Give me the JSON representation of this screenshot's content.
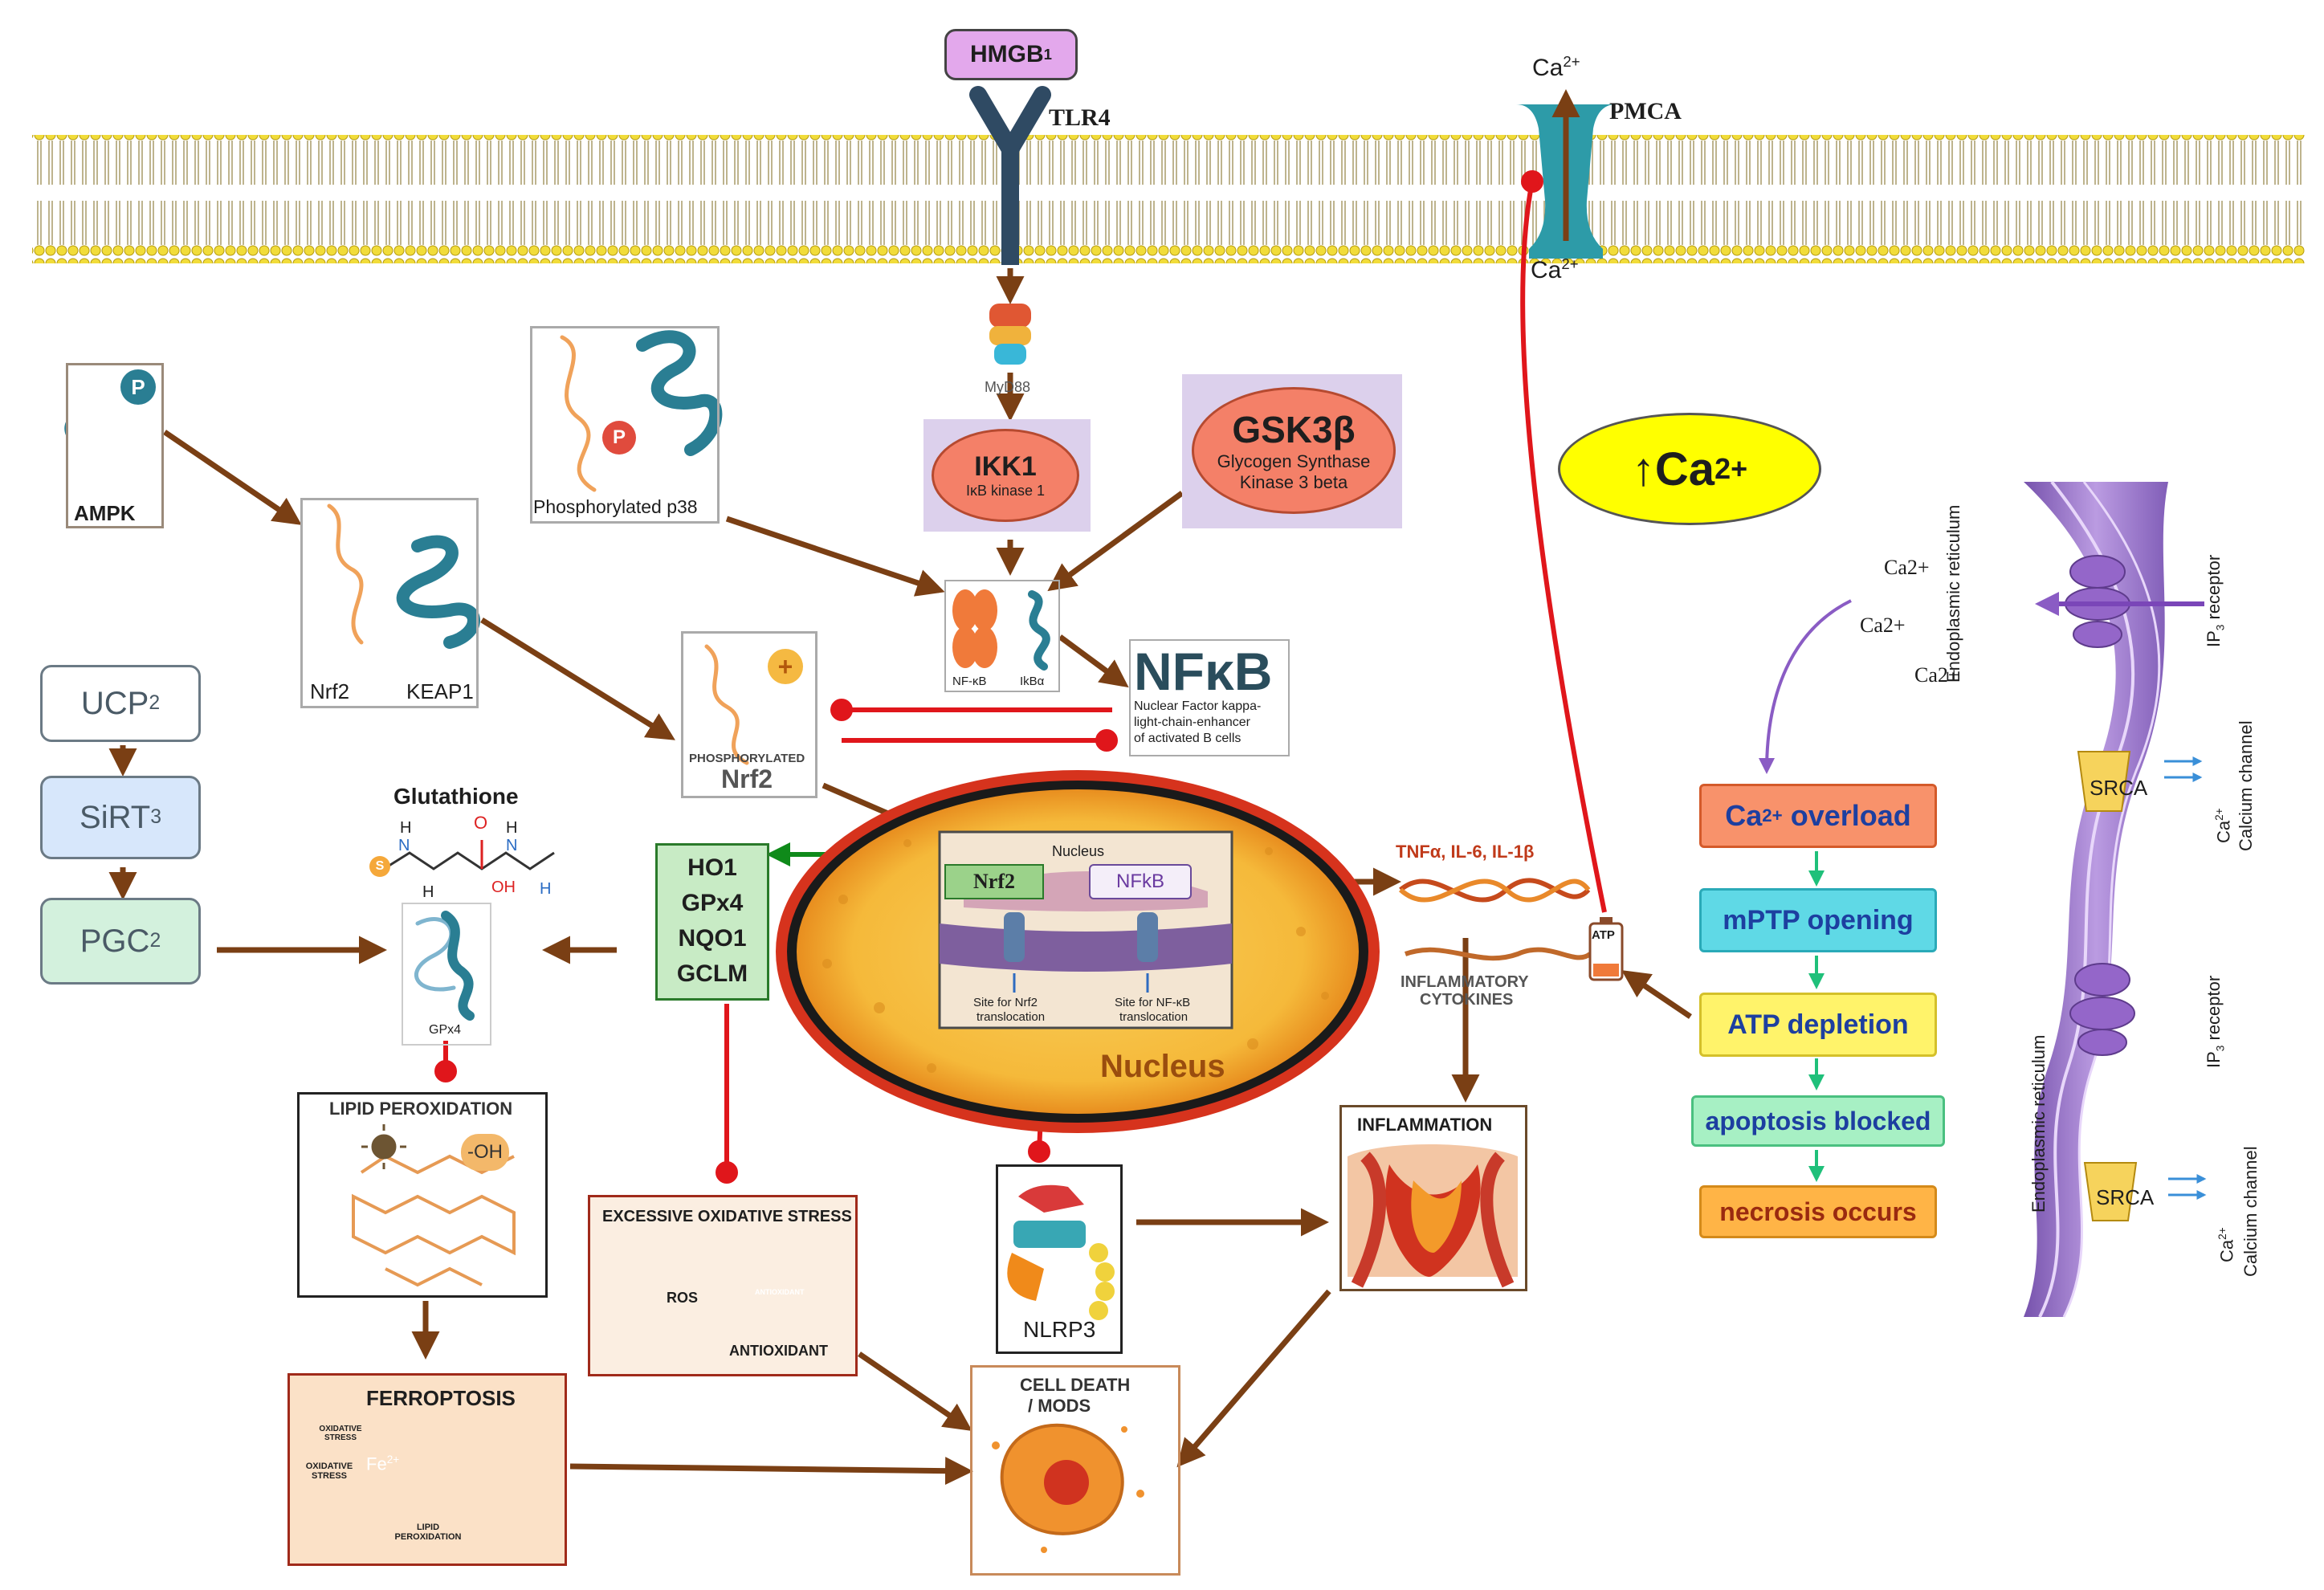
{
  "membrane": {
    "hmgb": "HMGB",
    "hmgb_sub": "1",
    "tlr4": "TLR4",
    "myd88": "MyD88",
    "pmca": "PMCA",
    "ca_top": "Ca",
    "ca_top_sup": "2+",
    "ca_bottom": "Ca",
    "ca_bottom_sup": "2+"
  },
  "left_proteins": {
    "ampk": "AMPK",
    "p_badge": "P",
    "nrf2": "Nrf2",
    "keap1": "KEAP1",
    "phospho_p38": "Phosphorylated p38",
    "phospho_nrf2_top": "PHOSPHORYLATED",
    "phospho_nrf2": "Nrf2",
    "plus": "+"
  },
  "left_chain": {
    "ucp": "UCP",
    "ucp_sub": "2",
    "sirt": "SiRT",
    "sirt_sub": "3",
    "pgc": "PGC",
    "pgc_sub": "2"
  },
  "glutathione": {
    "title": "Glutathione",
    "gpx4_label": "GPx4",
    "atoms": [
      "H",
      "N",
      "O",
      "H",
      "N",
      "H",
      "N",
      "OH",
      "H",
      "S"
    ]
  },
  "genes": [
    "HO1",
    "GPx4",
    "NQO1",
    "GCLM"
  ],
  "ikk": {
    "title": "IKK1",
    "subtitle": "IκB kinase 1"
  },
  "gsk": {
    "title": "GSK3β",
    "line1": "Glycogen Synthase",
    "line2": "Kinase 3 beta"
  },
  "nfkb_complex": {
    "left": "NF-κB",
    "right": "IkBα"
  },
  "nfkb_box": {
    "title": "NFκB",
    "desc1": "Nuclear Factor kappa-",
    "desc2": "light-chain-enhancer",
    "desc3": "of activated B cells"
  },
  "nucleus": {
    "label": "Nucleus",
    "inset_title": "Nucleus",
    "nrf2": "Nrf2",
    "nfkb": "NFkB",
    "site1_a": "Site for Nrf2",
    "site1_b": "translocation",
    "site2_a": "Site for NF-κB",
    "site2_b": "translocation"
  },
  "cytokines": {
    "top": "TNFα, IL-6, IL-1β",
    "bottom1": "INFLAMMATORY",
    "bottom2": "CYTOKINES"
  },
  "panels": {
    "lipid": "LIPID PEROXIDATION",
    "oh": "-OH",
    "oxidative": "EXCESSIVE OXIDATIVE STRESS",
    "ros": "ROS",
    "antioxidant": "ANTIOXIDANT",
    "antioxidant_small": "ANTIOXIDANT",
    "nlrp3": "NLRP3",
    "inflammation": "INFLAMMATION",
    "ferroptosis": "FERROPTOSIS",
    "oxi_stress1": "OXIDATIVE STRESS",
    "oxi_stress2": "OXIDATIVE STRESS",
    "fe": "Fe",
    "fe_sup": "2+",
    "lipid_perox": "LIPID PEROXIDATION",
    "cell_death1": "CELL DEATH",
    "cell_death2": "/ MODS"
  },
  "calcium": {
    "big": "↑Ca",
    "big_sup": "2+",
    "ca1": "Ca2+",
    "ca2": "Ca2+",
    "ca3": "Ca2+",
    "atp_icon": "ATP"
  },
  "cascade": [
    {
      "label": "Ca",
      "sup": "2+",
      "rest": " overload"
    },
    {
      "label": "mPTP opening",
      "sup": "",
      "rest": ""
    },
    {
      "label": "ATP depletion",
      "sup": "",
      "rest": ""
    },
    {
      "label": "apoptosis blocked",
      "sup": "",
      "rest": ""
    },
    {
      "label": "necrosis occurs",
      "sup": "",
      "rest": ""
    }
  ],
  "er": {
    "er1": "Endoplasmic reticulum",
    "er2": "Endoplasmic reticulum",
    "ip3_1": "IP",
    "ip3_1_sub": "3",
    "ip3_1_rest": " receptor",
    "ip3_2": "IP",
    "ip3_2_sub": "3",
    "ip3_2_rest": " receptor",
    "srca1": "SRCA",
    "srca2": "SRCA",
    "ca_ch1": "Ca",
    "ca_ch1_sup": "2+",
    "ca_ch1_rest": "Calcium channel",
    "ca_ch2": "Ca",
    "ca_ch2_sup": "2+",
    "ca_ch2_rest": "Calcium channel"
  },
  "colors": {
    "arrow_brown": "#7a3f14",
    "inhibit_red": "#e0161b",
    "green_arrow": "#0f8a1a",
    "membrane_yellow": "#e6d33c",
    "ca_yellow": "#ffff00",
    "cascade_orange": "#f8926b",
    "cascade_cyan": "#5fd9e6",
    "cascade_yellow": "#fff36a",
    "cascade_green": "#a7f0c4",
    "cascade_amber": "#ffb446",
    "er_purple": "#9b72c9"
  }
}
